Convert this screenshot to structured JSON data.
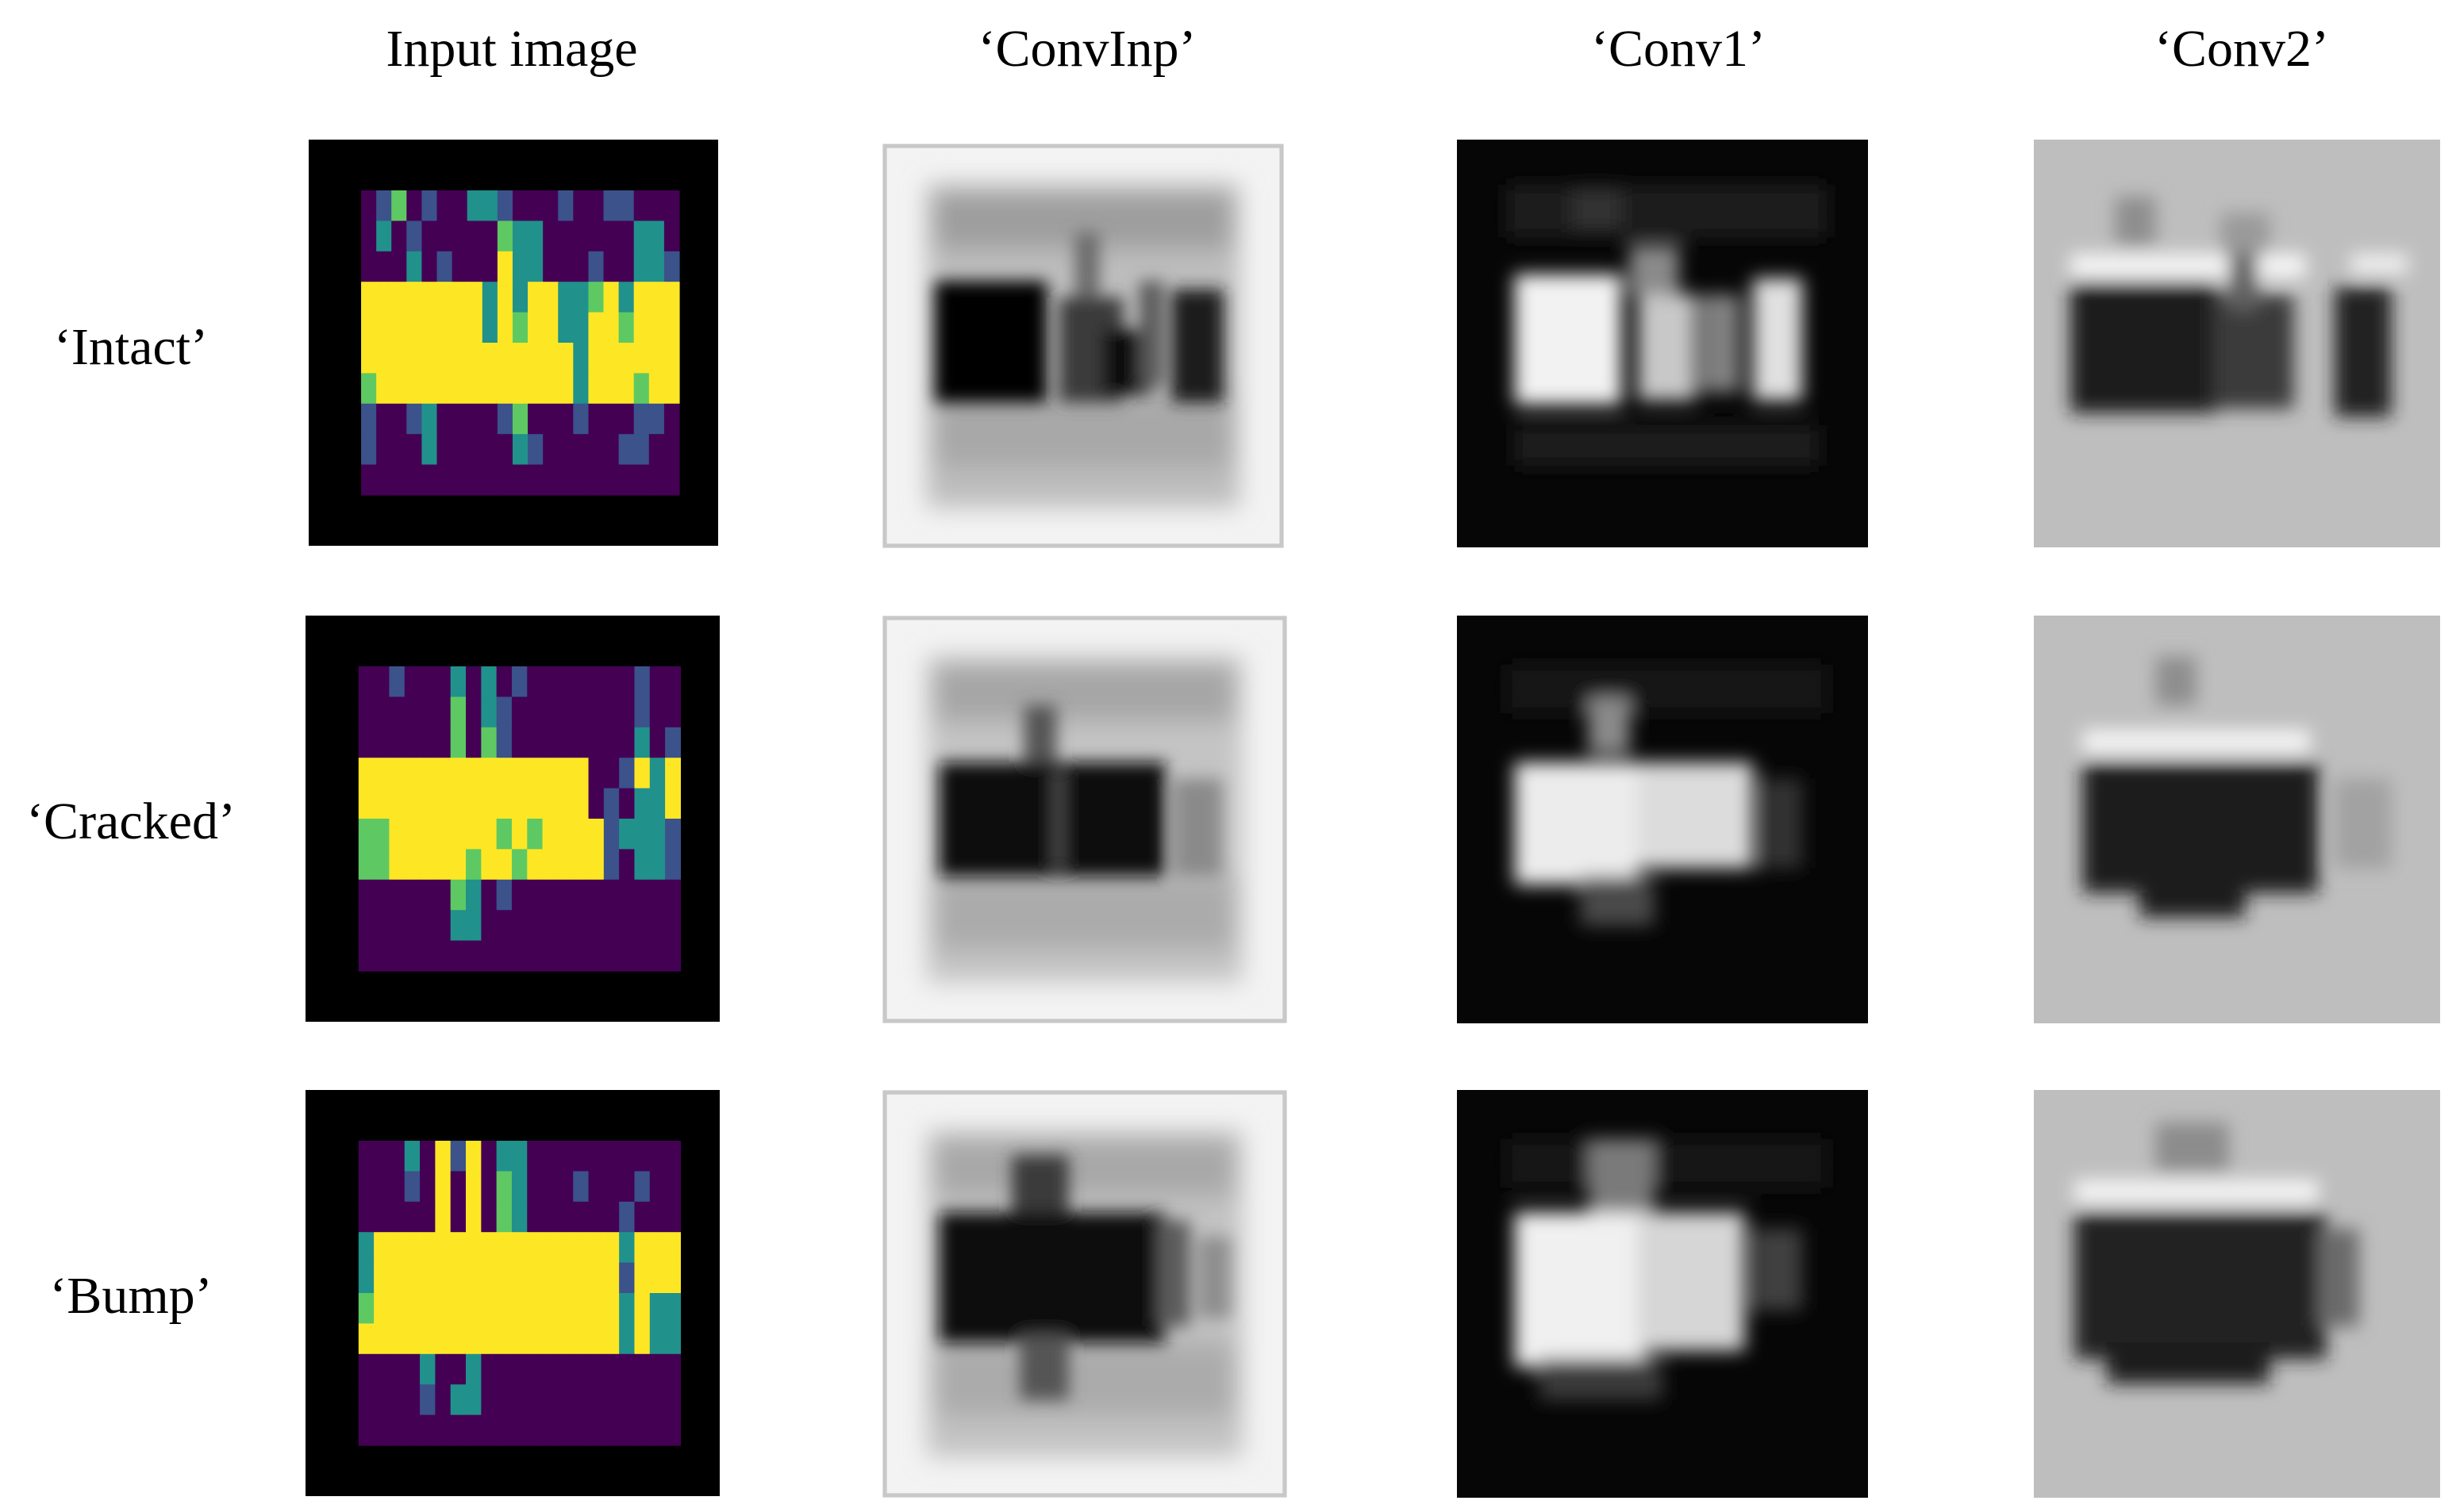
{
  "figure": {
    "columns": [
      {
        "key": "input",
        "label": "Input image"
      },
      {
        "key": "convinp",
        "label": "‘ConvInp’"
      },
      {
        "key": "conv1",
        "label": "‘Conv1’"
      },
      {
        "key": "conv2",
        "label": "‘Conv2’"
      }
    ],
    "rows": [
      {
        "key": "intact",
        "label": "‘Intact’"
      },
      {
        "key": "cracked",
        "label": "‘Cracked’"
      },
      {
        "key": "bump",
        "label": "‘Bump’"
      }
    ]
  },
  "colors": {
    "input_palette": [
      "#440154",
      "#3b528b",
      "#21918c",
      "#5ec962",
      "#fde725"
    ],
    "panel_border_black": "#000000",
    "convinp_bg": "#f2f2f2",
    "conv1_bg": "#050505",
    "conv2_bg": "#bdbdbd"
  },
  "heatmaps": {
    "intact": [
      [
        0,
        1,
        3,
        0,
        1,
        0,
        0,
        2,
        2,
        1,
        0,
        0,
        0,
        1,
        0,
        0,
        1,
        1,
        0,
        0,
        0
      ],
      [
        0,
        2,
        0,
        1,
        0,
        0,
        0,
        0,
        0,
        3,
        2,
        2,
        0,
        0,
        0,
        0,
        0,
        0,
        2,
        2,
        0
      ],
      [
        0,
        0,
        0,
        2,
        0,
        1,
        0,
        0,
        0,
        4,
        2,
        2,
        0,
        0,
        0,
        1,
        0,
        0,
        2,
        2,
        1
      ],
      [
        4,
        4,
        4,
        4,
        4,
        4,
        4,
        4,
        2,
        4,
        2,
        4,
        4,
        2,
        2,
        3,
        4,
        2,
        4,
        4,
        4
      ],
      [
        4,
        4,
        4,
        4,
        4,
        4,
        4,
        4,
        2,
        4,
        3,
        4,
        4,
        2,
        2,
        4,
        4,
        3,
        4,
        4,
        4
      ],
      [
        4,
        4,
        4,
        4,
        4,
        4,
        4,
        4,
        4,
        4,
        4,
        4,
        4,
        4,
        2,
        4,
        4,
        4,
        4,
        4,
        4
      ],
      [
        3,
        4,
        4,
        4,
        4,
        4,
        4,
        4,
        4,
        4,
        4,
        4,
        4,
        4,
        2,
        4,
        4,
        4,
        3,
        4,
        4
      ],
      [
        1,
        0,
        0,
        1,
        2,
        0,
        0,
        0,
        0,
        1,
        3,
        0,
        0,
        0,
        1,
        0,
        0,
        0,
        1,
        1,
        0
      ],
      [
        1,
        0,
        0,
        0,
        2,
        0,
        0,
        0,
        0,
        0,
        2,
        1,
        0,
        0,
        0,
        0,
        0,
        1,
        1,
        0,
        0
      ],
      [
        0,
        0,
        0,
        0,
        0,
        0,
        0,
        0,
        0,
        0,
        0,
        0,
        0,
        0,
        0,
        0,
        0,
        0,
        0,
        0,
        0
      ]
    ],
    "cracked": [
      [
        0,
        0,
        1,
        0,
        0,
        0,
        2,
        0,
        2,
        0,
        1,
        0,
        0,
        0,
        0,
        0,
        0,
        0,
        1,
        0,
        0
      ],
      [
        0,
        0,
        0,
        0,
        0,
        0,
        3,
        0,
        2,
        1,
        0,
        0,
        0,
        0,
        0,
        0,
        0,
        0,
        1,
        0,
        0
      ],
      [
        0,
        0,
        0,
        0,
        0,
        0,
        3,
        0,
        3,
        1,
        0,
        0,
        0,
        0,
        0,
        0,
        0,
        0,
        2,
        0,
        1
      ],
      [
        4,
        4,
        4,
        4,
        4,
        4,
        4,
        4,
        4,
        4,
        4,
        4,
        4,
        4,
        4,
        0,
        0,
        1,
        4,
        2,
        4
      ],
      [
        4,
        4,
        4,
        4,
        4,
        4,
        4,
        4,
        4,
        4,
        4,
        4,
        4,
        4,
        4,
        0,
        1,
        0,
        2,
        2,
        4
      ],
      [
        3,
        3,
        4,
        4,
        4,
        4,
        4,
        4,
        4,
        3,
        4,
        3,
        4,
        4,
        4,
        4,
        1,
        2,
        2,
        2,
        1
      ],
      [
        3,
        3,
        4,
        4,
        4,
        4,
        4,
        3,
        4,
        4,
        3,
        4,
        4,
        4,
        4,
        4,
        1,
        0,
        2,
        2,
        1
      ],
      [
        0,
        0,
        0,
        0,
        0,
        0,
        3,
        2,
        0,
        1,
        0,
        0,
        0,
        0,
        0,
        0,
        0,
        0,
        0,
        0,
        0
      ],
      [
        0,
        0,
        0,
        0,
        0,
        0,
        2,
        2,
        0,
        0,
        0,
        0,
        0,
        0,
        0,
        0,
        0,
        0,
        0,
        0,
        0
      ],
      [
        0,
        0,
        0,
        0,
        0,
        0,
        0,
        0,
        0,
        0,
        0,
        0,
        0,
        0,
        0,
        0,
        0,
        0,
        0,
        0,
        0
      ]
    ],
    "bump": [
      [
        0,
        0,
        0,
        2,
        0,
        4,
        1,
        4,
        0,
        2,
        2,
        0,
        0,
        0,
        0,
        0,
        0,
        0,
        0,
        0,
        0
      ],
      [
        0,
        0,
        0,
        1,
        0,
        4,
        0,
        4,
        0,
        3,
        2,
        0,
        0,
        0,
        1,
        0,
        0,
        0,
        1,
        0,
        0
      ],
      [
        0,
        0,
        0,
        0,
        0,
        4,
        0,
        4,
        0,
        3,
        2,
        0,
        0,
        0,
        0,
        0,
        0,
        1,
        0,
        0,
        0
      ],
      [
        2,
        4,
        4,
        4,
        4,
        4,
        4,
        4,
        4,
        4,
        4,
        4,
        4,
        4,
        4,
        4,
        4,
        2,
        4,
        4,
        4
      ],
      [
        2,
        4,
        4,
        4,
        4,
        4,
        4,
        4,
        4,
        4,
        4,
        4,
        4,
        4,
        4,
        4,
        4,
        1,
        4,
        4,
        4
      ],
      [
        3,
        4,
        4,
        4,
        4,
        4,
        4,
        4,
        4,
        4,
        4,
        4,
        4,
        4,
        4,
        4,
        4,
        2,
        4,
        2,
        2
      ],
      [
        4,
        4,
        4,
        4,
        4,
        4,
        4,
        4,
        4,
        4,
        4,
        4,
        4,
        4,
        4,
        4,
        4,
        2,
        4,
        2,
        2
      ],
      [
        0,
        0,
        0,
        0,
        2,
        0,
        0,
        2,
        0,
        0,
        0,
        0,
        0,
        0,
        0,
        0,
        0,
        0,
        0,
        0,
        0
      ],
      [
        0,
        0,
        0,
        0,
        1,
        0,
        2,
        2,
        0,
        0,
        0,
        0,
        0,
        0,
        0,
        0,
        0,
        0,
        0,
        0,
        0
      ],
      [
        0,
        0,
        0,
        0,
        0,
        0,
        0,
        0,
        0,
        0,
        0,
        0,
        0,
        0,
        0,
        0,
        0,
        0,
        0,
        0,
        0
      ]
    ]
  }
}
